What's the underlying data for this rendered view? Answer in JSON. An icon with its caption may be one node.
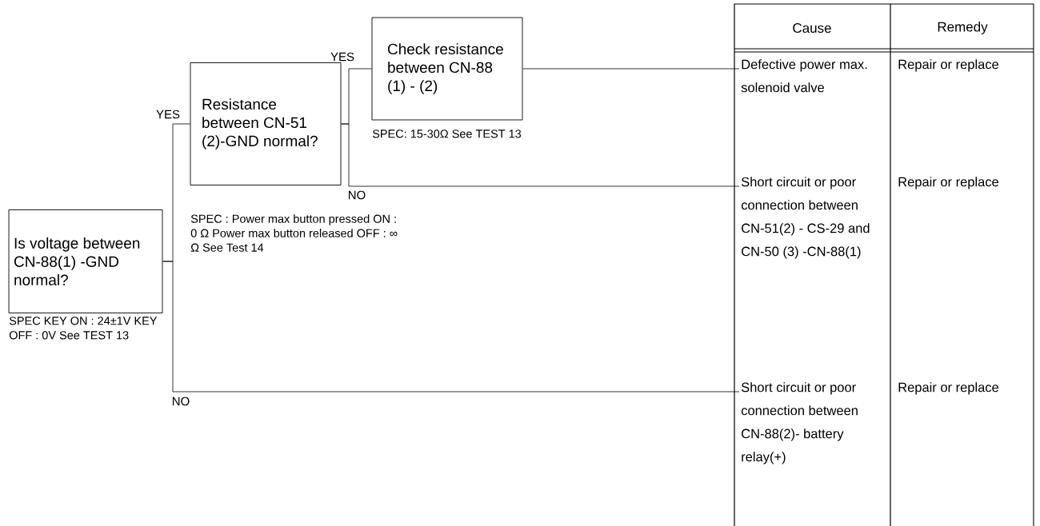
{
  "diagram": {
    "nodes": [
      {
        "text": [
          "Is voltage between CN-88(1) -GND normal?"
        ],
        "beside": [
          "SPEC KEY ON : 24±1V KEY OFF : 0V See TEST 13"
        ]
      },
      {
        "text": [
          "Resistance between CN-51 (2)-GND normal?"
        ],
        "beside": [
          "SPEC : Power max button pressed ON : 0 Ω Power max button released OFF : ∞ Ω See Test 14"
        ]
      },
      {
        "text": [
          "Check resistance between CN-88 (1) - (2)"
        ],
        "beside": [
          "SPEC: 15-30Ω See TEST 13"
        ]
      },
      {
        "text": [
          "Defective power max. solenoid valve"
        ]
      },
      {
        "text": [
          "Short circuit or poor connection between CN-51(2) - CS-29 and CN-50 (3) -CN-88(1)"
        ]
      },
      {
        "text": [
          "Short circuit or poor connection between CN-88(2)- battery relay(+)"
        ]
      }
    ],
    "edges": [
      {
        "from": 0,
        "to": 1,
        "arrow": "none",
        "label": "YES"
      },
      {
        "from": 0,
        "to": 5,
        "arrow": "none",
        "label": "NO"
      },
      {
        "from": 1,
        "to": 2,
        "arrow": "none",
        "label": "YES"
      },
      {
        "from": 1,
        "to": 4,
        "arrow": "none",
        "label": "NO"
      },
      {
        "from": 2,
        "to": 3,
        "arrow": "none"
      }
    ],
    "labels": [
      "Cause",
      "Remedy",
      "Repair or replace",
      "Repair or replace",
      "Repair or replace"
    ]
  }
}
